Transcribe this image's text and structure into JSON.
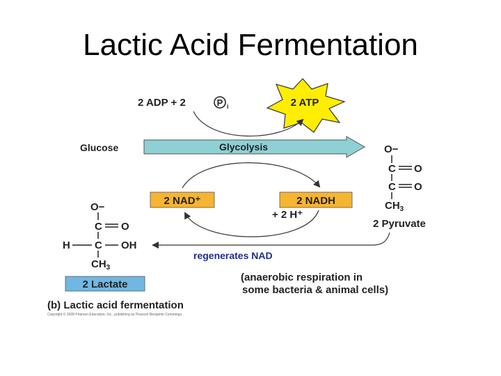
{
  "title": "Lactic Acid Fermentation",
  "diagram": {
    "adp_label": "2 ADP + 2",
    "pi_letter": "P",
    "pi_subscript": "i",
    "atp_label": "2 ATP",
    "glucose_label": "Glucose",
    "glycolysis_label": "Glycolysis",
    "nad_label": "2 NAD⁺",
    "nadh_label": "2 NADH",
    "h_label": "+ 2 H⁺",
    "pyruvate_label": "2 Pyruvate",
    "regenerates_label": "regenerates NAD",
    "lactate_label": "2 Lactate",
    "anaerobic_line1": "(anaerobic respiration in",
    "anaerobic_line2": "some bacteria & animal cells)",
    "caption": "(b) Lactic acid fermentation",
    "copyright": "Copyright © 2008 Pearson Education, Inc., publishing as Pearson Benjamin Cummings.",
    "pyruvate_structure": {
      "o_minus": "O−",
      "c1": "C",
      "o1": "O",
      "c2": "C",
      "o2": "O",
      "ch3": "CH",
      "ch3_sub": "3"
    },
    "lactate_structure": {
      "o_minus": "O−",
      "c1": "C",
      "o1": "O",
      "h": "H",
      "c2": "C",
      "oh": "OH",
      "ch3": "CH",
      "ch3_sub": "3"
    },
    "colors": {
      "glycolysis_arrow": "#8fd0d4",
      "cofactor_box": "#f5b431",
      "atp_star": "#ffee00",
      "lactate_box": "#70b8e2",
      "arrow_stroke": "#333333"
    }
  }
}
